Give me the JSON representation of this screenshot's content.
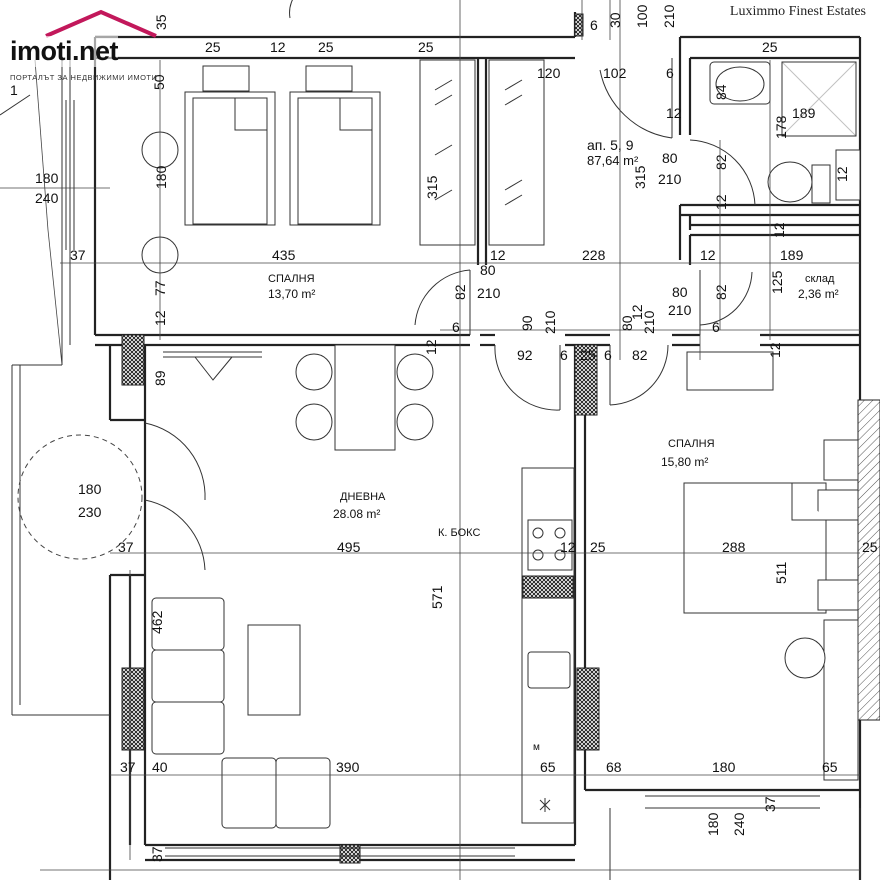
{
  "logo": {
    "name": "imoti.net",
    "tagline": "ПОРТАЛЪТ ЗА НЕДВИЖИМИ ИМОТИ",
    "color": "#c2185b"
  },
  "watermark": "Luximmo Finest Estates",
  "apartment": {
    "label": "ап. 5, 9",
    "area": "87,64 m²"
  },
  "rooms": {
    "bedroom1": {
      "name": "СПАЛНЯ",
      "area": "13,70 m²"
    },
    "living": {
      "name": "ДНЕВНА",
      "area": "28.08 m²"
    },
    "kitchen": {
      "name": "К. БОКС"
    },
    "bedroom2": {
      "name": "СПАЛНЯ",
      "area": "15,80 m²"
    },
    "storage": {
      "name": "склад",
      "area": "2,36 m²"
    },
    "meter": {
      "name": "м"
    }
  },
  "dims": {
    "d_25a": "25",
    "d_12a": "12",
    "d_25b": "25",
    "d_35": "35",
    "d_50": "50",
    "d_1": "1",
    "d_120": "120",
    "d_102": "102",
    "d_6a": "6",
    "d_30": "30",
    "d_100": "100",
    "d_210a": "210",
    "d_6b": "6",
    "d_25c": "25",
    "d_25d": "25",
    "d_84": "84",
    "d_189a": "189",
    "d_12b": "12",
    "d_178": "178",
    "d_12c": "12",
    "d_180a": "180",
    "d_240a": "240",
    "d_180b": "180",
    "d_315a": "315",
    "d_315b": "315",
    "d_80a": "80",
    "d_210b": "210",
    "d_82a": "82",
    "d_12d": "12",
    "d_12e": "12",
    "d_37a": "37",
    "d_435": "435",
    "d_12f": "12",
    "d_228": "228",
    "d_12g": "12",
    "d_189b": "189",
    "d_80b": "80",
    "d_210c": "210",
    "d_77": "77",
    "d_82b": "82",
    "d_80c": "80",
    "d_210d": "210",
    "d_82c": "82",
    "d_125": "125",
    "d_12h": "12",
    "d_6c": "6",
    "d_6d": "6",
    "d_90": "90",
    "d_210e": "210",
    "d_80d": "80",
    "d_210f": "210",
    "d_12i": "12",
    "d_12j": "12",
    "d_92": "92",
    "d_6e": "6",
    "d_25e": "25",
    "d_6f": "6",
    "d_82d": "82",
    "d_12k": "12",
    "d_89": "89",
    "d_12l": "12",
    "d_180c": "180",
    "d_230": "230",
    "d_37b": "37",
    "d_495": "495",
    "d_12m": "12",
    "d_25f": "25",
    "d_288": "288",
    "d_25g": "25",
    "d_511": "511",
    "d_571": "571",
    "d_462": "462",
    "d_37c": "37",
    "d_40": "40",
    "d_390": "390",
    "d_65a": "65",
    "d_68": "68",
    "d_180d": "180",
    "d_65b": "65",
    "d_37d": "37",
    "d_180e": "180",
    "d_240b": "240",
    "d_37e": "37"
  }
}
